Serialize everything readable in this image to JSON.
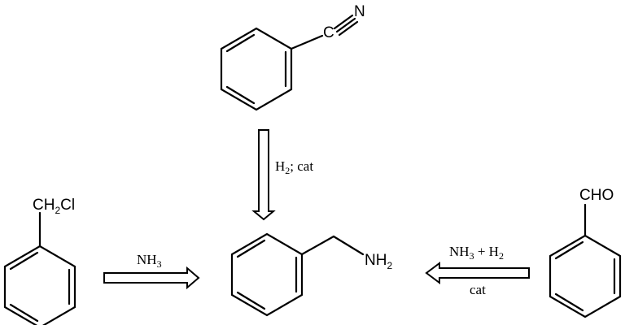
{
  "molecules": {
    "benzonitrile": {
      "c_label": "C",
      "n_label": "N"
    },
    "benzyl_chloride": {
      "prefix": "CH",
      "sub": "2",
      "suffix": "Cl"
    },
    "benzylamine": {
      "prefix": "NH",
      "sub": "2"
    },
    "benzaldehyde": {
      "label": "CHO"
    }
  },
  "reactions": {
    "top": {
      "reagent_a": "H",
      "reagent_sub": "2",
      "reagent_b": "; cat"
    },
    "left": {
      "reagent_a": "NH",
      "reagent_sub": "3"
    },
    "right": {
      "reagent_a": "NH",
      "reagent_sub_a": "3",
      "reagent_b": " + H",
      "reagent_sub_b": "2",
      "catalyst": "cat"
    }
  }
}
